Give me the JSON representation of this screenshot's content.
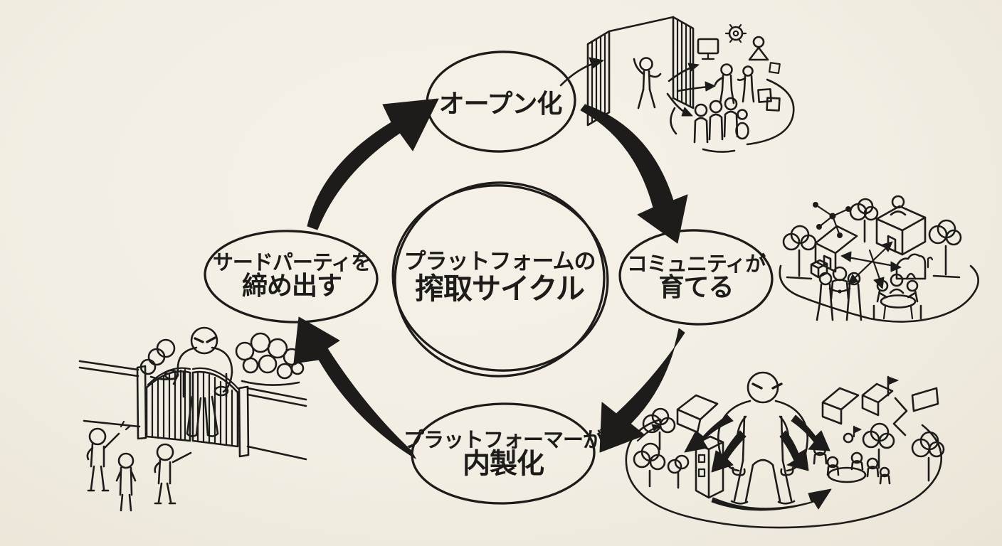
{
  "diagram_title": "プラットフォームの搾取サイクル",
  "colors": {
    "paper": "#f2eee3",
    "ink": "#1d1c1a"
  },
  "center": {
    "line1": "プラットフォームの",
    "line2": "搾取サイクル"
  },
  "nodes": {
    "open": {
      "label": "オープン化"
    },
    "community": {
      "line1": "コミュニティが",
      "line2": "育てる"
    },
    "internalize": {
      "line1": "プラットフォーマーが",
      "line2": "内製化"
    },
    "shutout": {
      "line1": "サードパーティを",
      "line2": "締め出す"
    }
  },
  "arrows": [
    "shutout-to-open",
    "open-to-community",
    "community-to-internalize",
    "internalize-to-shutout",
    "open-to-door-scene"
  ],
  "illustrations": {
    "open_door": "open-door-welcoming-people-icon",
    "community_village": "community-village-growing-icon",
    "platform_giant": "giant-platformer-taking-over-village-icon",
    "gatekeeper": "giant-closing-gate-on-third-parties-icon"
  }
}
